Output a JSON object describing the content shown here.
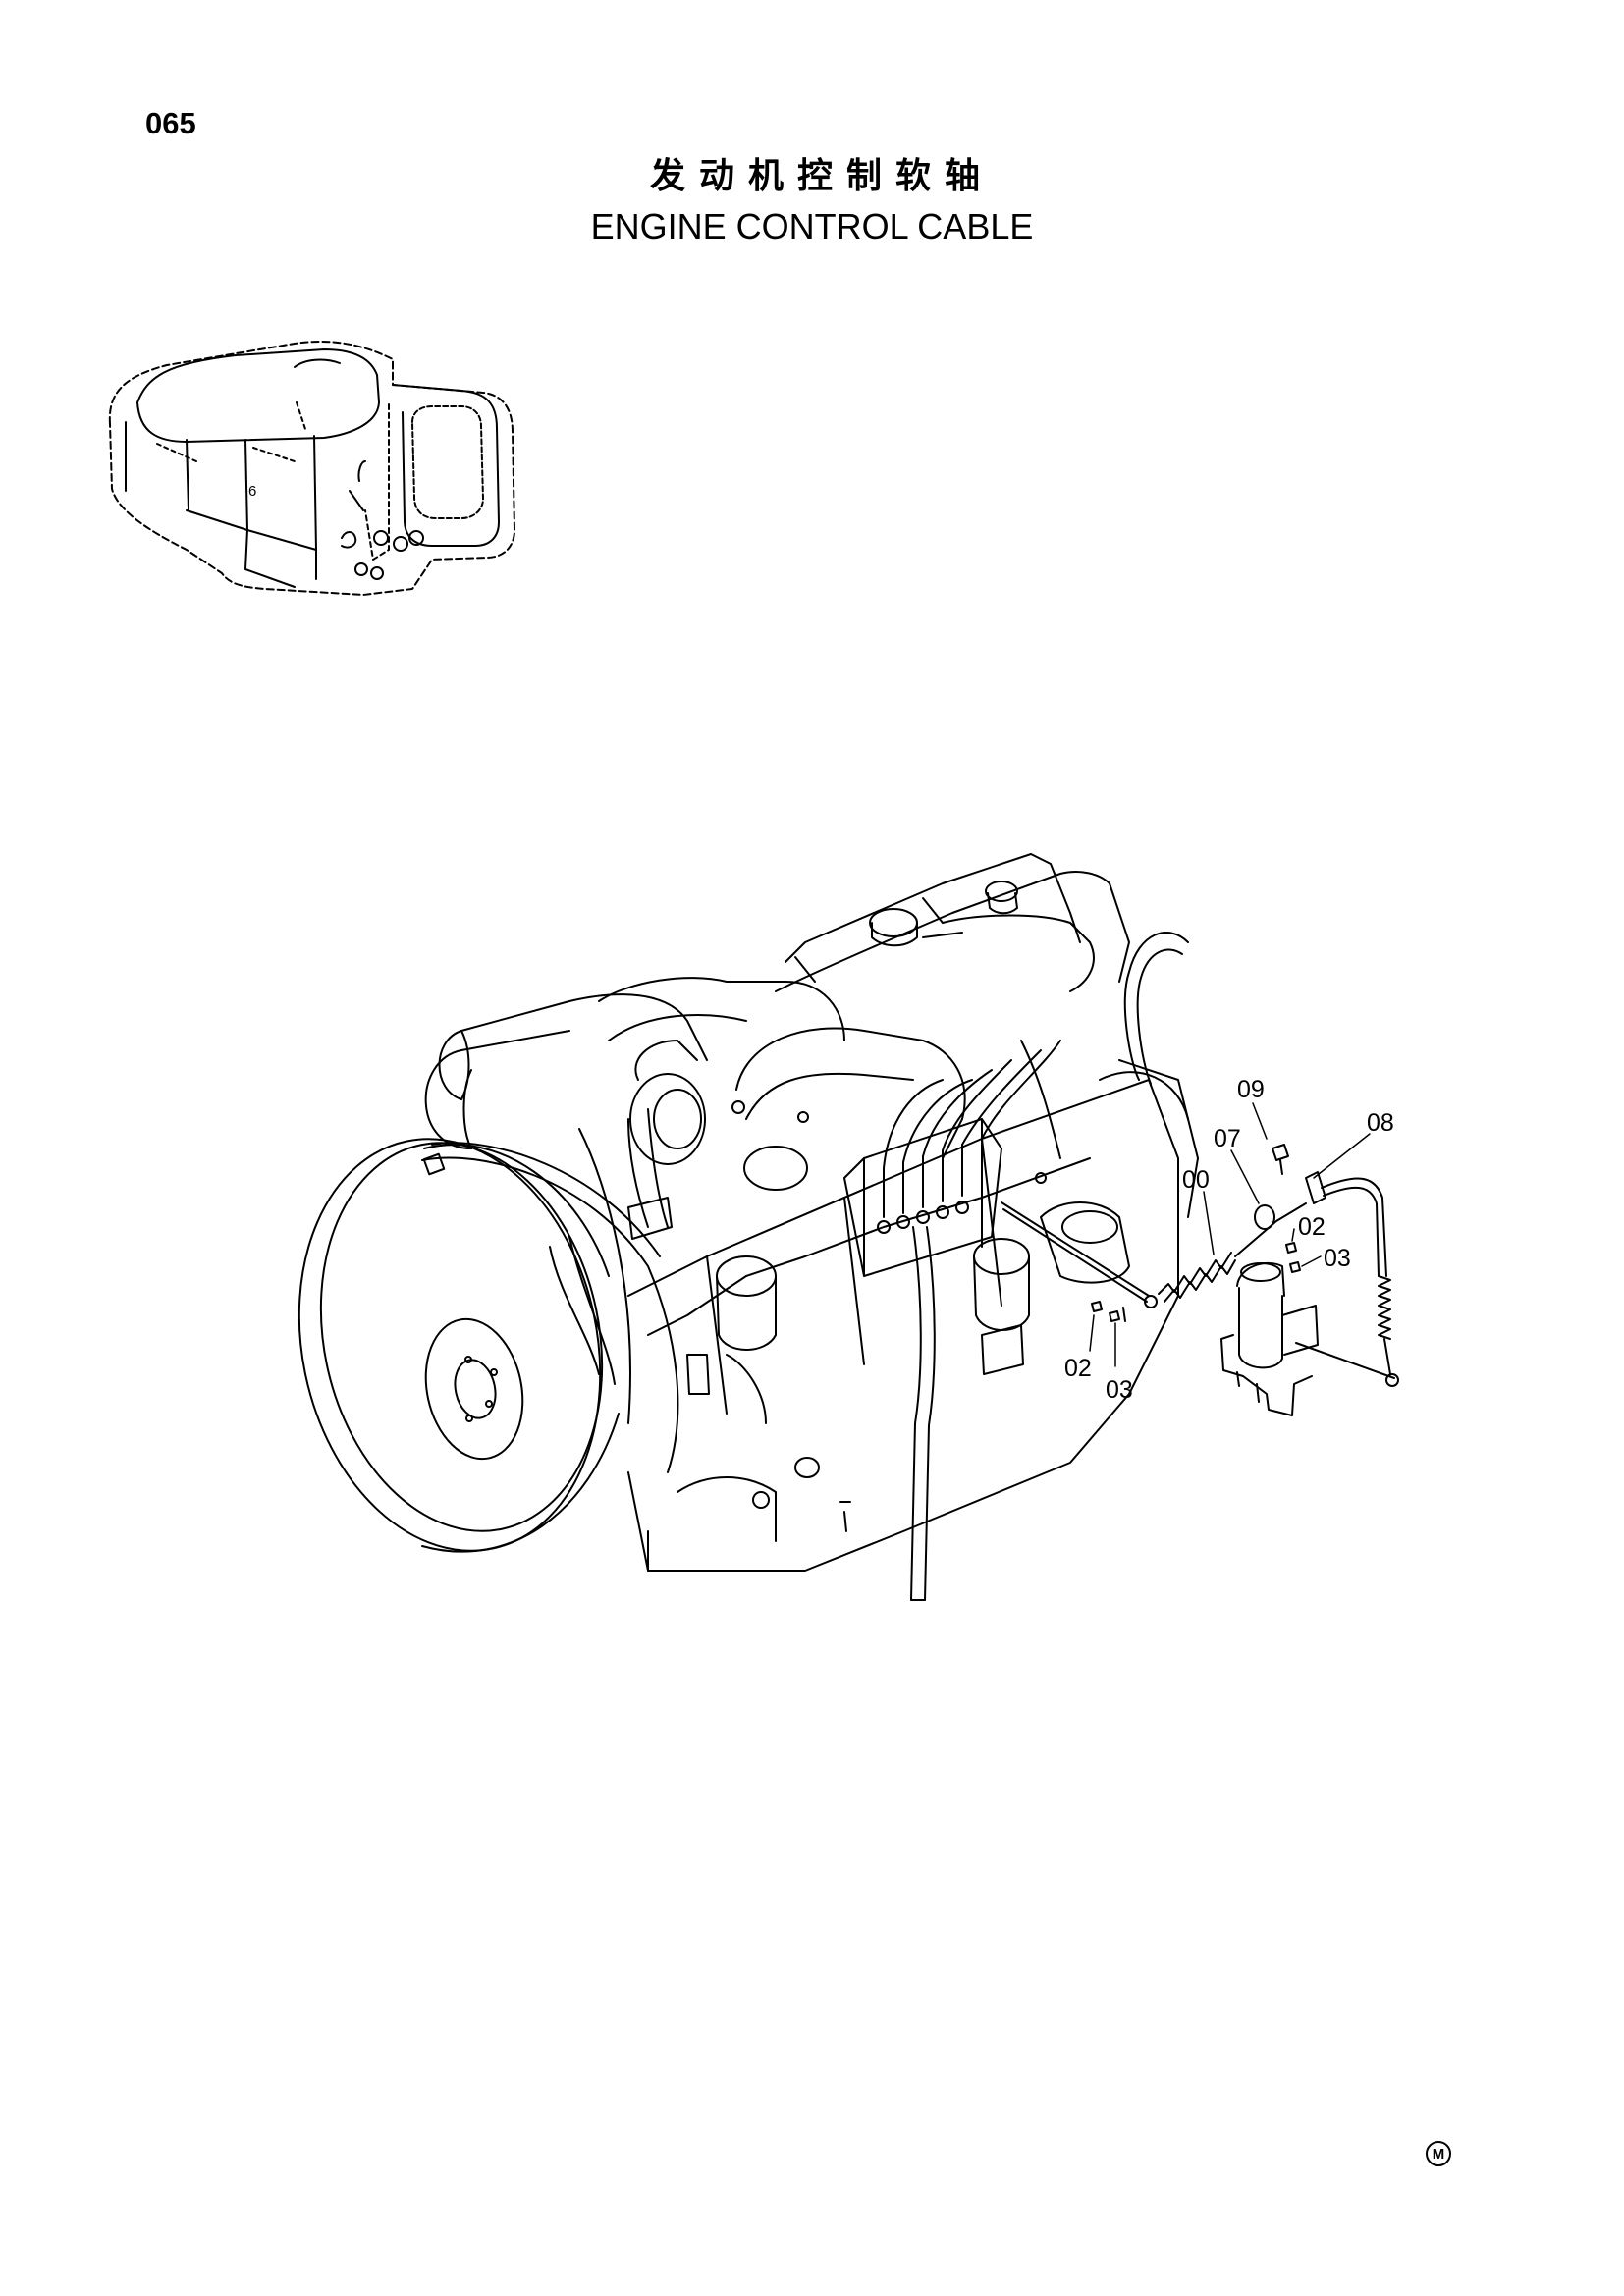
{
  "page": {
    "number": "065"
  },
  "title": {
    "chinese": "发动机控制软轴",
    "english": "ENGINE CONTROL CABLE"
  },
  "location_diagram": {
    "label": "6"
  },
  "callouts": [
    {
      "id": "09",
      "text": "09"
    },
    {
      "id": "08",
      "text": "08"
    },
    {
      "id": "07",
      "text": "07"
    },
    {
      "id": "00",
      "text": "00"
    },
    {
      "id": "02a",
      "text": "02"
    },
    {
      "id": "03a",
      "text": "03"
    },
    {
      "id": "02b",
      "text": "02"
    },
    {
      "id": "03b",
      "text": "03"
    }
  ],
  "mark": {
    "text": "M"
  }
}
